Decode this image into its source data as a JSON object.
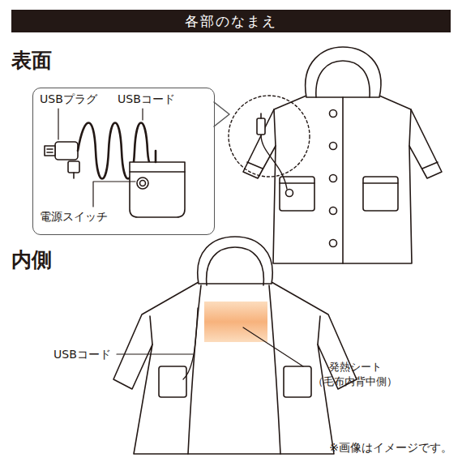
{
  "diagram": {
    "title": "各部のなまえ",
    "caption": "※画像はイメージです。",
    "nodes": [
      {
        "text": [
          "USBプラグ",
          "USBコード",
          "電源スイッチ"
        ]
      }
    ],
    "labels": [
      "表面",
      "内側",
      "USBコード",
      "発熱シート （毛布内背中側）"
    ]
  }
}
